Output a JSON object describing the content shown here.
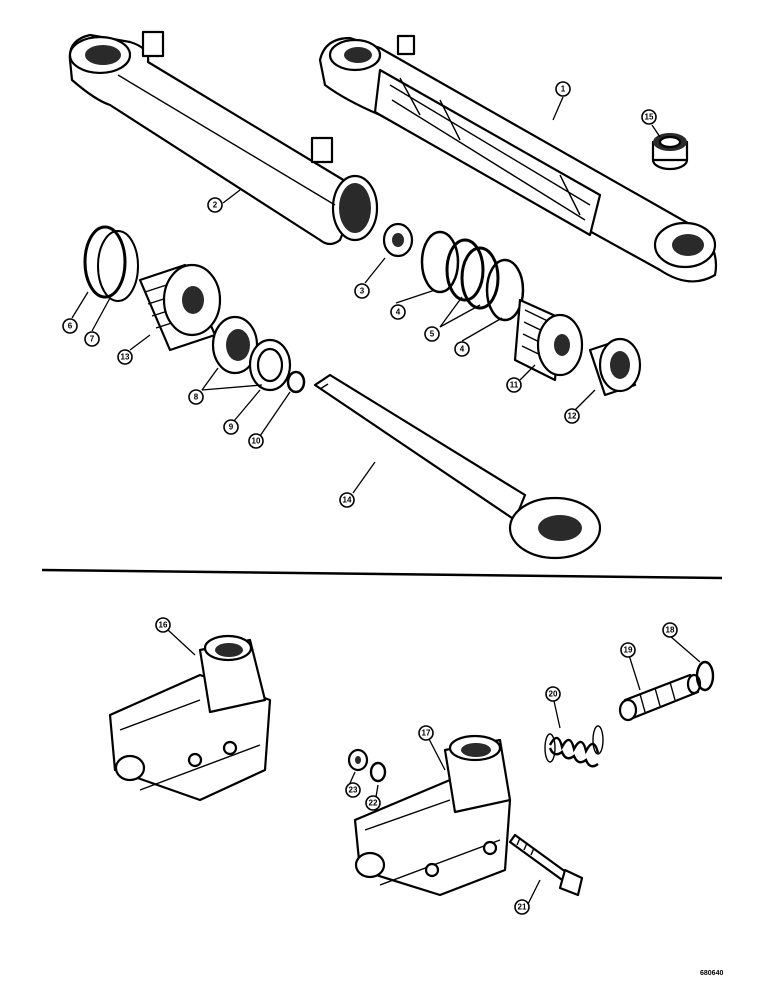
{
  "callouts": [
    {
      "id": "c1",
      "label": "1"
    },
    {
      "id": "c2",
      "label": "2"
    },
    {
      "id": "c3",
      "label": "3"
    },
    {
      "id": "c4a",
      "label": "4"
    },
    {
      "id": "c4b",
      "label": "4"
    },
    {
      "id": "c5",
      "label": "5"
    },
    {
      "id": "c6",
      "label": "6"
    },
    {
      "id": "c7",
      "label": "7"
    },
    {
      "id": "c8",
      "label": "8"
    },
    {
      "id": "c9",
      "label": "9"
    },
    {
      "id": "c10",
      "label": "10"
    },
    {
      "id": "c11",
      "label": "11"
    },
    {
      "id": "c12",
      "label": "12"
    },
    {
      "id": "c13",
      "label": "13"
    },
    {
      "id": "c14",
      "label": "14"
    },
    {
      "id": "c15",
      "label": "15"
    },
    {
      "id": "c16",
      "label": "16"
    },
    {
      "id": "c17",
      "label": "17"
    },
    {
      "id": "c18",
      "label": "18"
    },
    {
      "id": "c19",
      "label": "19"
    },
    {
      "id": "c20",
      "label": "20"
    },
    {
      "id": "c21",
      "label": "21"
    },
    {
      "id": "c22",
      "label": "22"
    },
    {
      "id": "c23",
      "label": "23"
    }
  ],
  "figure_ref": "680640"
}
